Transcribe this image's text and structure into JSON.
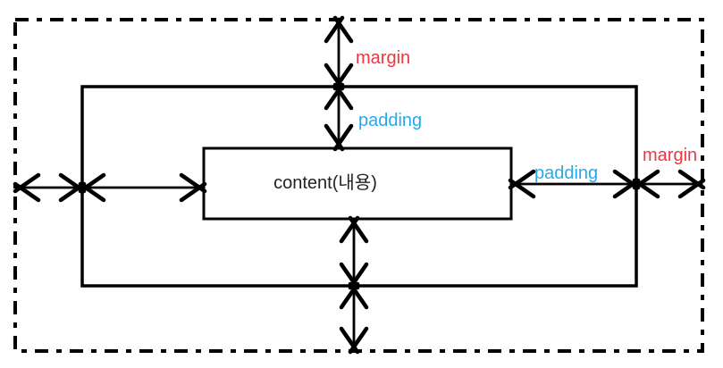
{
  "diagram": {
    "labels": {
      "margin_top": "margin",
      "padding_top": "padding",
      "padding_right": "padding",
      "margin_right": "margin",
      "content": "content(내용)"
    },
    "colors": {
      "margin_label": "#ee3640",
      "padding_label": "#27a9ea",
      "content_text": "#222222",
      "line": "#000000",
      "background": "#ffffff"
    }
  }
}
